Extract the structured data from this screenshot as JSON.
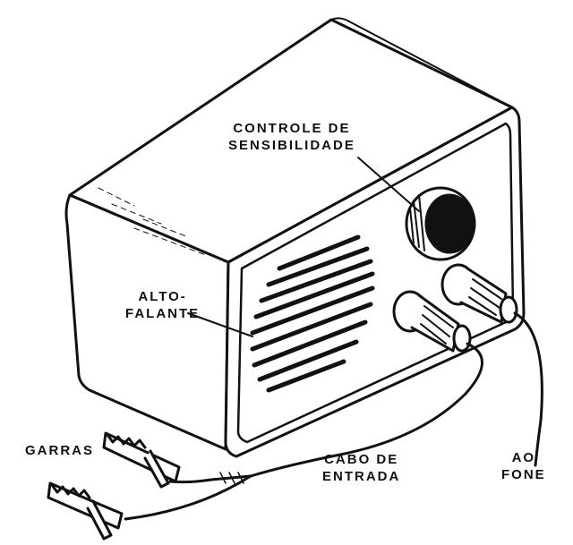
{
  "labels": {
    "sensitivity_control": [
      "CONTROLE DE",
      "SENSIBILIDADE"
    ],
    "speaker": [
      "ALTO-",
      "FALANTE"
    ],
    "clips": "GARRAS",
    "input_cable": [
      "CABO DE",
      "ENTRADA"
    ],
    "to_headphone": [
      "AO",
      "FONE"
    ]
  },
  "colors": {
    "ink": "#111111",
    "paper": "#ffffff"
  }
}
